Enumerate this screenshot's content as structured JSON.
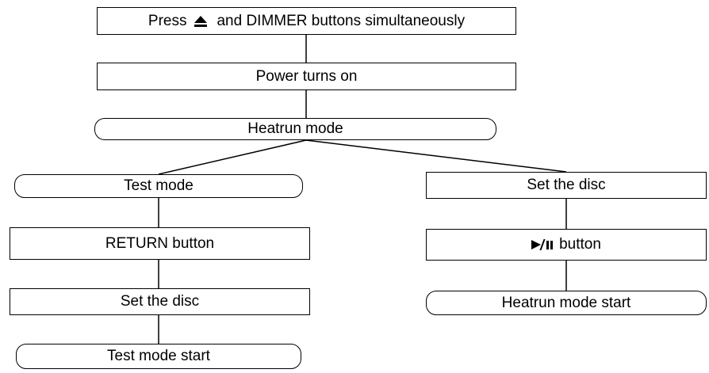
{
  "nodes": {
    "start": {
      "before": "Press",
      "icon": "eject-icon",
      "after": "and DIMMER buttons simultaneously"
    },
    "power_on": "Power turns on",
    "heatrun_mode": "Heatrun mode",
    "test_mode": "Test mode",
    "return_button": "RETURN button",
    "set_disc_left": "Set the disc",
    "test_mode_start": "Test mode start",
    "set_disc_right": "Set the disc",
    "play_pause_button": {
      "icon": "play-pause-icon",
      "label": "button"
    },
    "heatrun_mode_start": "Heatrun mode start"
  }
}
